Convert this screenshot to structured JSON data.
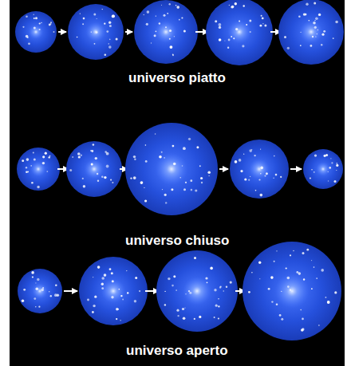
{
  "diagram": {
    "labels": [
      "universo piatto",
      "universo chiuso",
      "universo aperto"
    ]
  }
}
